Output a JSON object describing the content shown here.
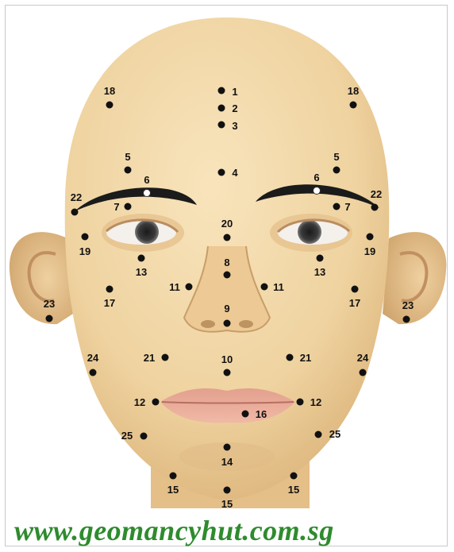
{
  "colors": {
    "skin": "#f1d6a4",
    "skin_shadow": "#d9b27a",
    "dot": "#111111",
    "url_text": "#2e8b2e"
  },
  "website": "www.geomancyhut.com.sg",
  "points": [
    {
      "label": "1"
    },
    {
      "label": "2"
    },
    {
      "label": "3"
    },
    {
      "label": "4"
    },
    {
      "label": "5"
    },
    {
      "label": "5"
    },
    {
      "label": "6"
    },
    {
      "label": "6"
    },
    {
      "label": "7"
    },
    {
      "label": "7"
    },
    {
      "label": "8"
    },
    {
      "label": "9"
    },
    {
      "label": "10"
    },
    {
      "label": "11"
    },
    {
      "label": "11"
    },
    {
      "label": "12"
    },
    {
      "label": "12"
    },
    {
      "label": "13"
    },
    {
      "label": "13"
    },
    {
      "label": "14"
    },
    {
      "label": "15"
    },
    {
      "label": "15"
    },
    {
      "label": "15"
    },
    {
      "label": "16"
    },
    {
      "label": "17"
    },
    {
      "label": "17"
    },
    {
      "label": "18"
    },
    {
      "label": "18"
    },
    {
      "label": "19"
    },
    {
      "label": "19"
    },
    {
      "label": "20"
    },
    {
      "label": "21"
    },
    {
      "label": "21"
    },
    {
      "label": "22"
    },
    {
      "label": "22"
    },
    {
      "label": "23"
    },
    {
      "label": "23"
    },
    {
      "label": "24"
    },
    {
      "label": "24"
    },
    {
      "label": "25"
    },
    {
      "label": "25"
    }
  ]
}
